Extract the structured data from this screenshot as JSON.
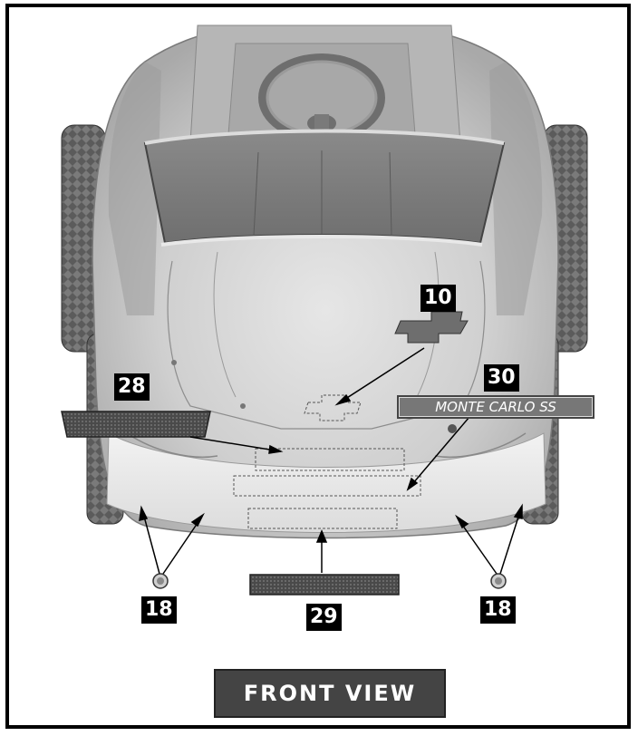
{
  "callouts": {
    "emblem": "10",
    "grille_upper": "28",
    "grille_lower": "29",
    "name_decal": "30",
    "light_left": "18",
    "light_right": "18"
  },
  "decal_text": "MONTE CARLO SS",
  "view_title": "FRONT VIEW"
}
